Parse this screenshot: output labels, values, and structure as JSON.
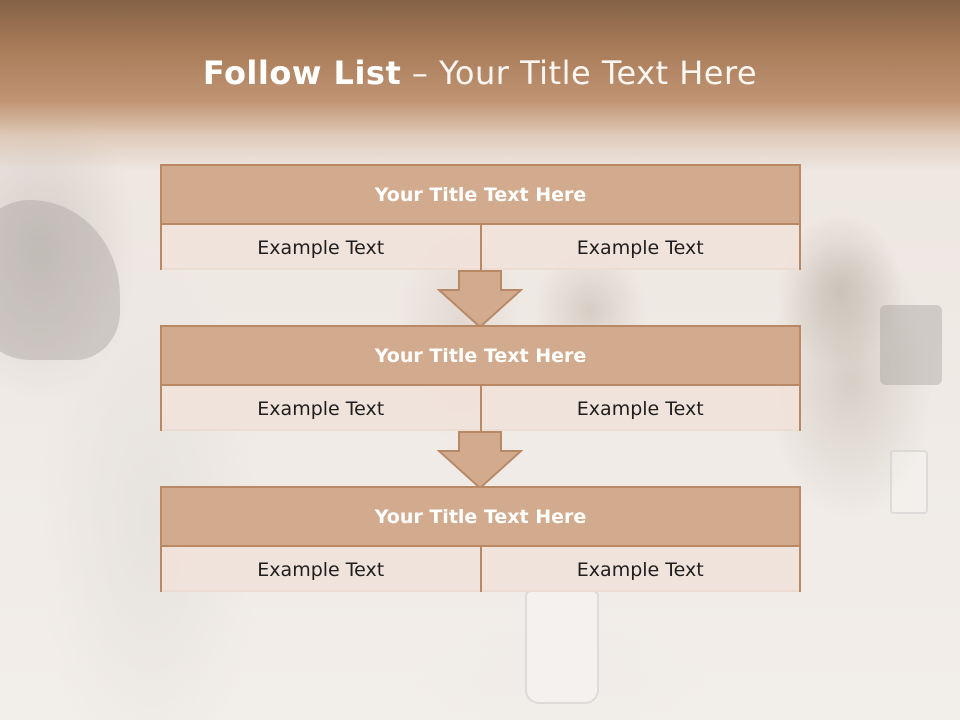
{
  "slide": {
    "title_bold": "Follow List",
    "title_rest": "– Your Title Text Here"
  },
  "steps": [
    {
      "title": "Your Title Text Here",
      "left": "Example Text",
      "right": "Example Text"
    },
    {
      "title": "Your Title Text Here",
      "left": "Example Text",
      "right": "Example Text"
    },
    {
      "title": "Your Title Text Here",
      "left": "Example Text",
      "right": "Example Text"
    }
  ],
  "colors": {
    "header": "#a87b58",
    "box_title": "#d2ab8e",
    "box_border": "#b98966",
    "cell_bg": "#f0e2da",
    "arrow_fill": "#d2ab8e"
  }
}
